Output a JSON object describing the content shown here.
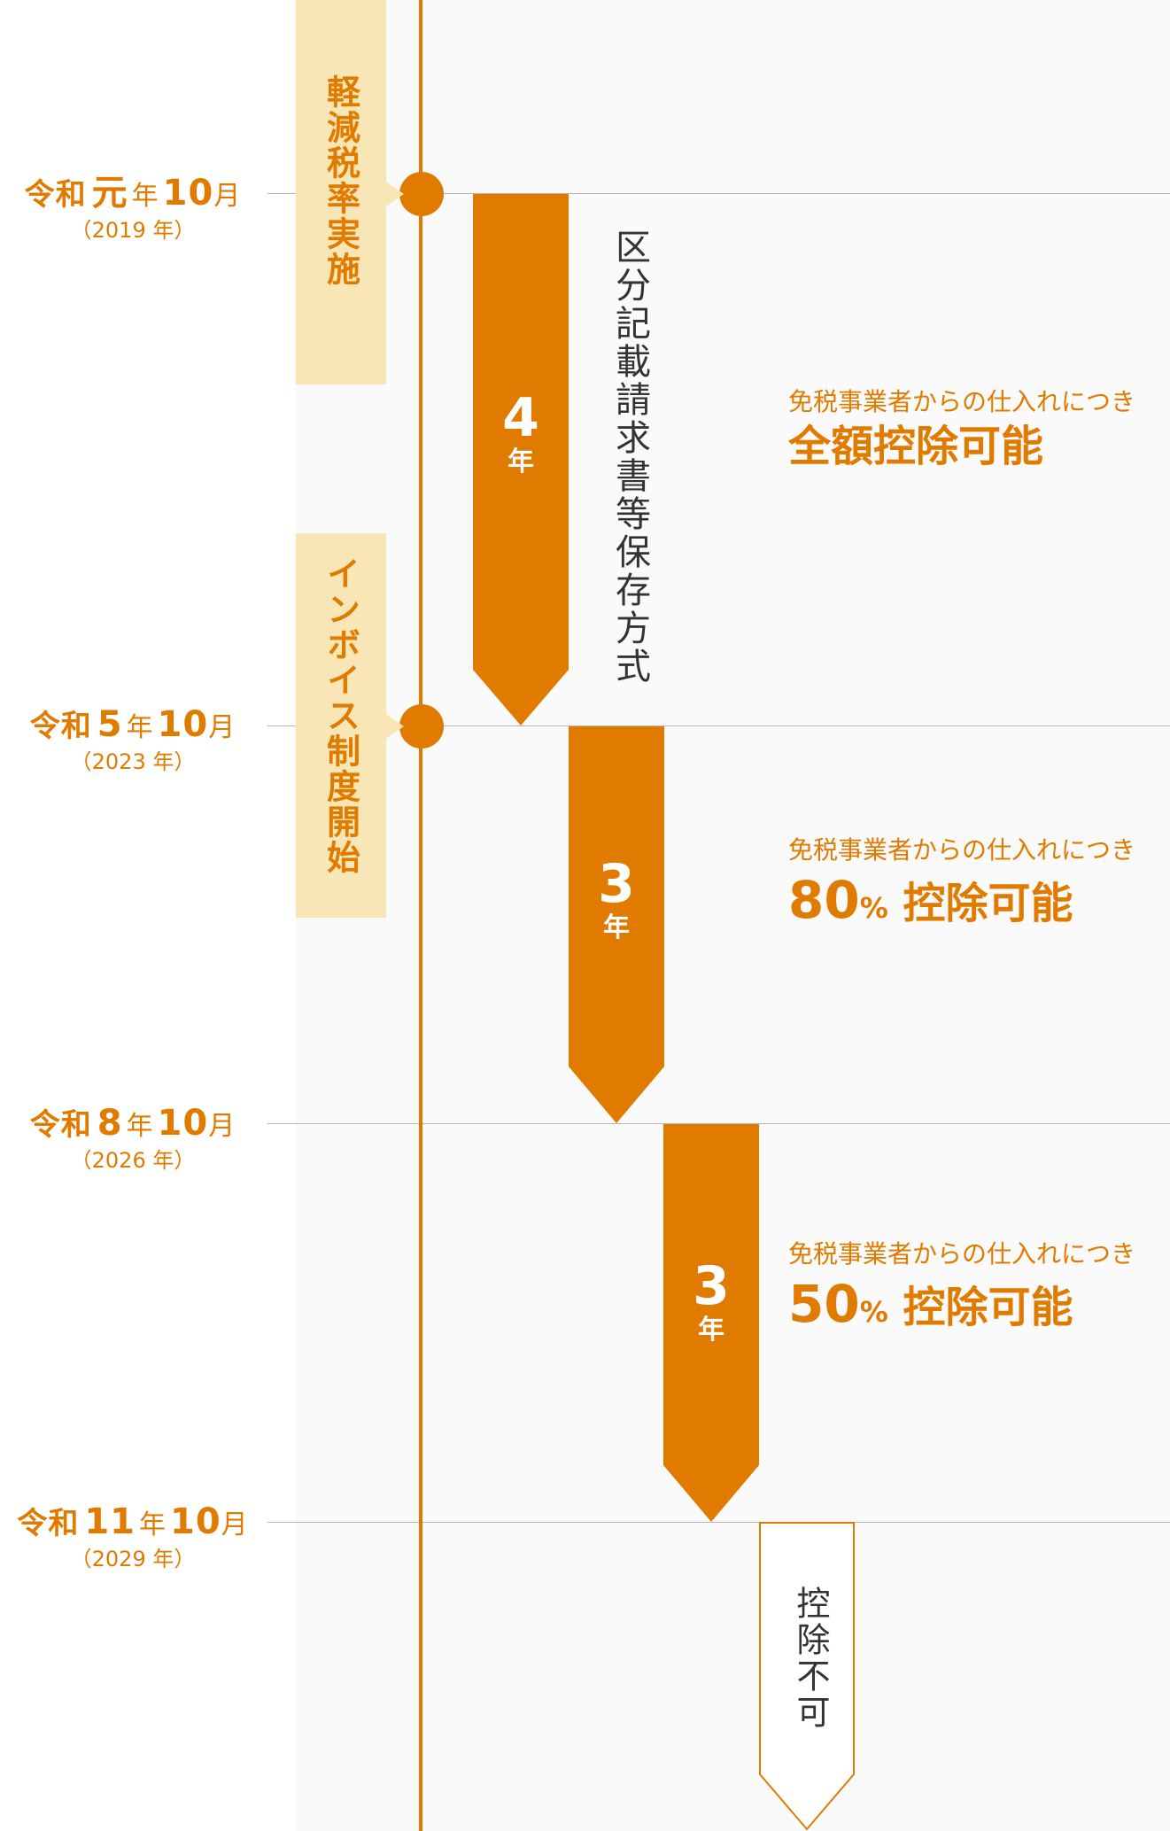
{
  "colors": {
    "accent": "#e07b00",
    "event_bg": "#f8e6b6",
    "line": "#b5b5b5",
    "text_dark": "#333333"
  },
  "dates": [
    {
      "era": "令和",
      "year": "元",
      "unit": "年",
      "month": "10",
      "month_unit": "月",
      "western": "（2019 年）"
    },
    {
      "era": "令和",
      "year": "5",
      "unit": "年",
      "month": "10",
      "month_unit": "月",
      "western": "（2023 年）"
    },
    {
      "era": "令和",
      "year": "8",
      "unit": "年",
      "month": "10",
      "month_unit": "月",
      "western": "（2026 年）"
    },
    {
      "era": "令和",
      "year": "11",
      "unit": "年",
      "month": "10",
      "month_unit": "月",
      "western": "（2029 年）"
    }
  ],
  "events": [
    {
      "label": "軽減税率実施"
    },
    {
      "label": "インボイス制度開始"
    }
  ],
  "periods": [
    {
      "years": "4",
      "unit": "年"
    },
    {
      "years": "3",
      "unit": "年"
    },
    {
      "years": "3",
      "unit": "年"
    }
  ],
  "method_label": "区分記載請求書等保存方式",
  "no_deduction_label": "控除不可",
  "descriptions": [
    {
      "line1": "免税事業者からの仕入れにつき",
      "prefix": "",
      "pct_sign": "",
      "line2": "全額控除可能"
    },
    {
      "line1": "免税事業者からの仕入れにつき",
      "prefix": "80",
      "pct_sign": "%",
      "line2": " 控除可能"
    },
    {
      "line1": "免税事業者からの仕入れにつき",
      "prefix": "50",
      "pct_sign": "%",
      "line2": " 控除可能"
    }
  ]
}
